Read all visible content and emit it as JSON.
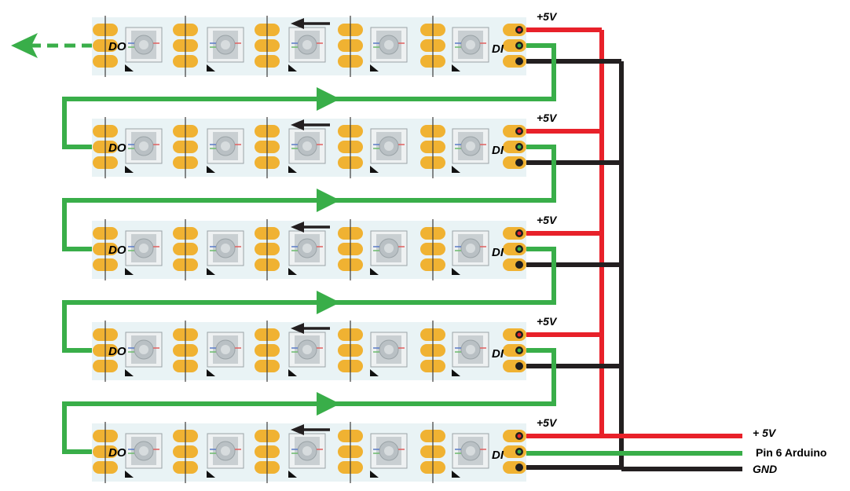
{
  "strips": [
    {
      "do_label": "DO",
      "di_label": "DI",
      "vcc_label": "+5V"
    },
    {
      "do_label": "DO",
      "di_label": "DI",
      "vcc_label": "+5V"
    },
    {
      "do_label": "DO",
      "di_label": "DI",
      "vcc_label": "+5V"
    },
    {
      "do_label": "DO",
      "di_label": "DI",
      "vcc_label": "+5V"
    },
    {
      "do_label": "DO",
      "di_label": "DI",
      "vcc_label": "+5V"
    }
  ],
  "connections": {
    "power_label": "+ 5V",
    "data_label": "Pin 6 Arduino",
    "ground_label": "GND"
  },
  "colors": {
    "strip_bg": "#e9f3f5",
    "pad": "#f0b232",
    "led_body": "#c9cfd2",
    "power_wire": "#e8212a",
    "data_wire": "#39ae49",
    "ground_wire": "#231f20"
  }
}
